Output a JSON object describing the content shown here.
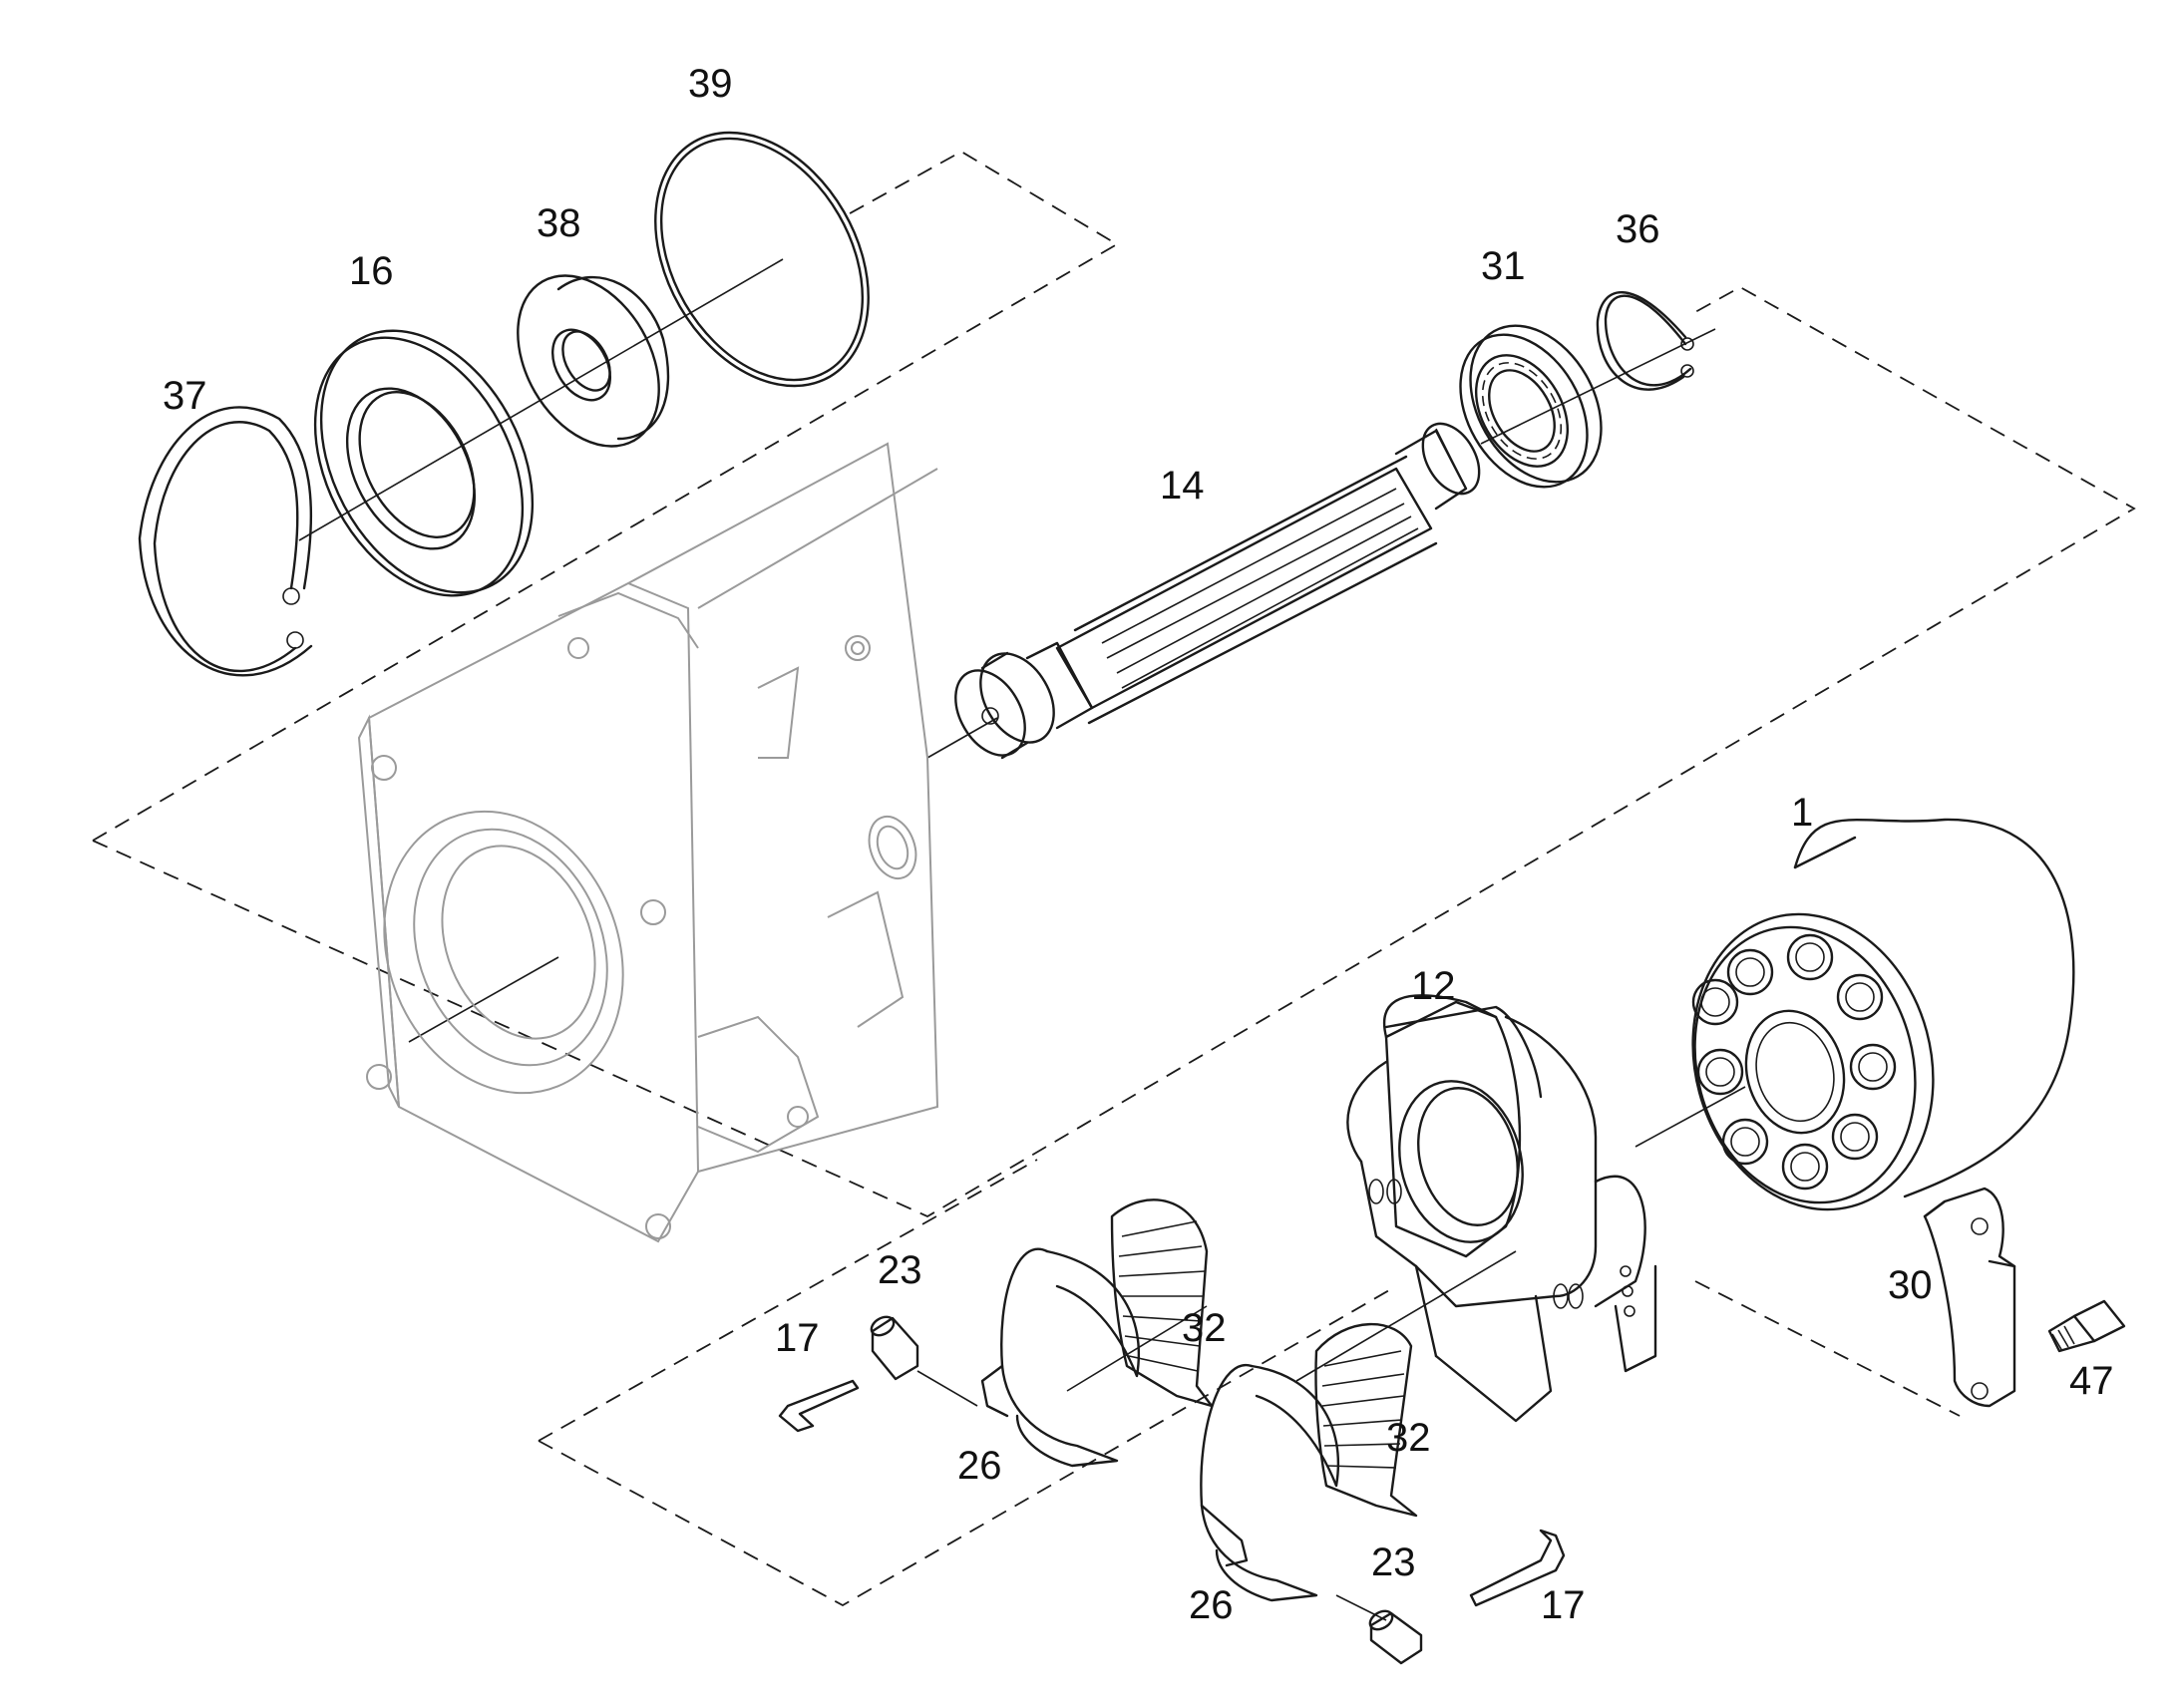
{
  "callouts": {
    "c1": "1",
    "c12": "12",
    "c14": "14",
    "c16": "16",
    "c17a": "17",
    "c17b": "17",
    "c23a": "23",
    "c23b": "23",
    "c26a": "26",
    "c26b": "26",
    "c30": "30",
    "c31": "31",
    "c32a": "32",
    "c32b": "32",
    "c36": "36",
    "c37": "37",
    "c38": "38",
    "c39": "39",
    "c47": "47"
  }
}
